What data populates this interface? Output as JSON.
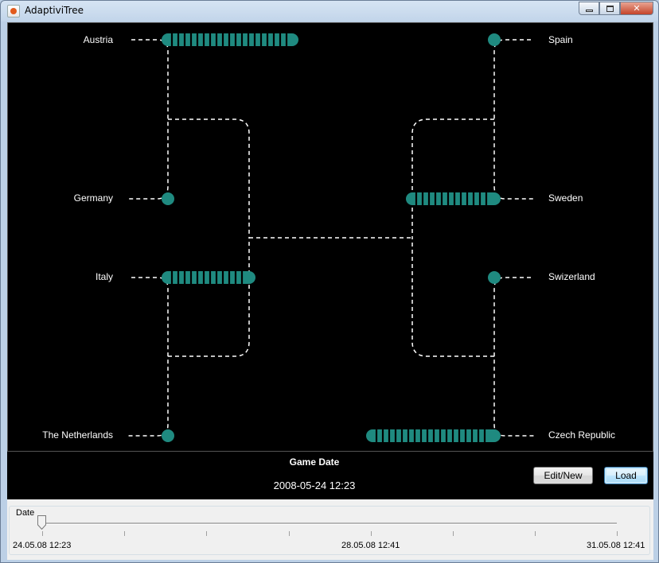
{
  "window": {
    "title": "AdaptiviTree",
    "icon": "java-cup-icon"
  },
  "bracket": {
    "left_teams": [
      "Austria",
      "Germany",
      "Italy",
      "The Netherlands"
    ],
    "right_teams": [
      "Spain",
      "Sweden",
      "Swizerland",
      "Czech Republic"
    ],
    "colors": {
      "node": "#1f8a80",
      "line": "#ffffff",
      "background": "#000000"
    }
  },
  "info": {
    "game_date_label": "Game Date",
    "game_date_value": "2008-05-24 12:23"
  },
  "buttons": {
    "edit_new": "Edit/New",
    "load": "Load"
  },
  "date_panel": {
    "legend": "Date",
    "start_label": "24.05.08 12:23",
    "mid_label": "28.05.08 12:41",
    "end_label": "31.05.08 12:41",
    "slider_value": 0
  }
}
